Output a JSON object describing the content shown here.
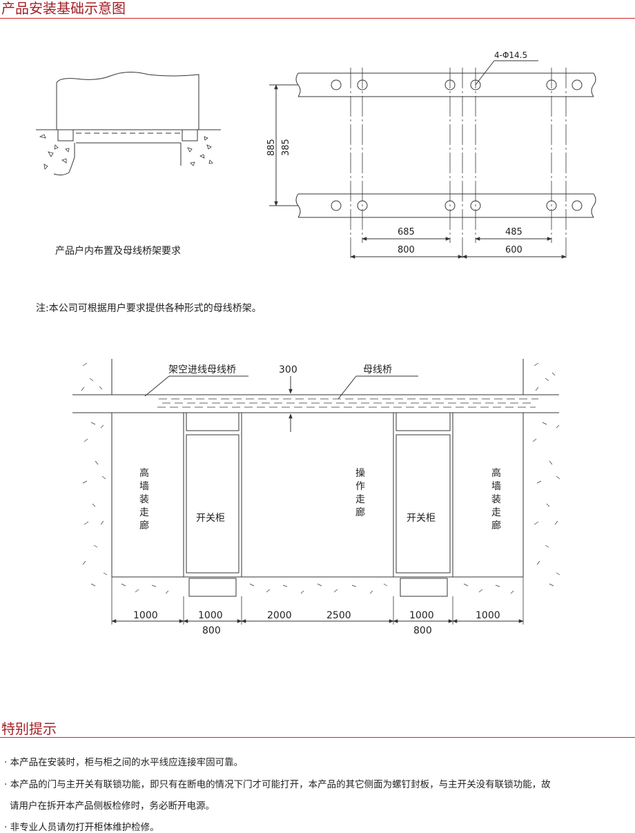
{
  "section_title": "产品安装基础示意图",
  "figure1": {
    "caption": "产品户内布置及母线桥架要求",
    "hole_label": "4-Φ14.5",
    "dim_885": "885",
    "dim_385": "385",
    "dim_685": "685",
    "dim_800": "800",
    "dim_485": "485",
    "dim_600": "600"
  },
  "note_text": "注:本公司可根据用户要求提供各种形式的母线桥架。",
  "figure2": {
    "label_overhead_bridge": "架空进线母线桥",
    "label_300": "300",
    "label_busbar_bridge": "母线桥",
    "label_corridor_left": "高墙装走廊",
    "label_cabinet_left": "开关柜",
    "label_operation_corridor": "操作走廊",
    "label_cabinet_right": "开关柜",
    "label_corridor_right": "高墙装走廊",
    "dim_1000_a": "1000",
    "dim_1000_b": "1000",
    "dim_800_a": "800",
    "dim_2000": "2000",
    "dim_2500": "2500",
    "dim_1000_c": "1000",
    "dim_800_b": "800",
    "dim_1000_d": "1000"
  },
  "special_title": "特别提示",
  "notes": [
    "· 本产品在安装时，柜与柜之间的水平线应连接牢固可靠。",
    "· 本产品的门与主开关有联锁功能，即只有在断电的情况下门才可能打开，本产品的其它侧面为螺钉封板，与主开关没有联锁功能，故",
    "请用户在拆开本产品侧板检修时，务必断开电源。",
    "· 非专业人员请勿打开柜体维护检修。"
  ],
  "colors": {
    "accent": "#a31f24",
    "line": "#333333"
  }
}
